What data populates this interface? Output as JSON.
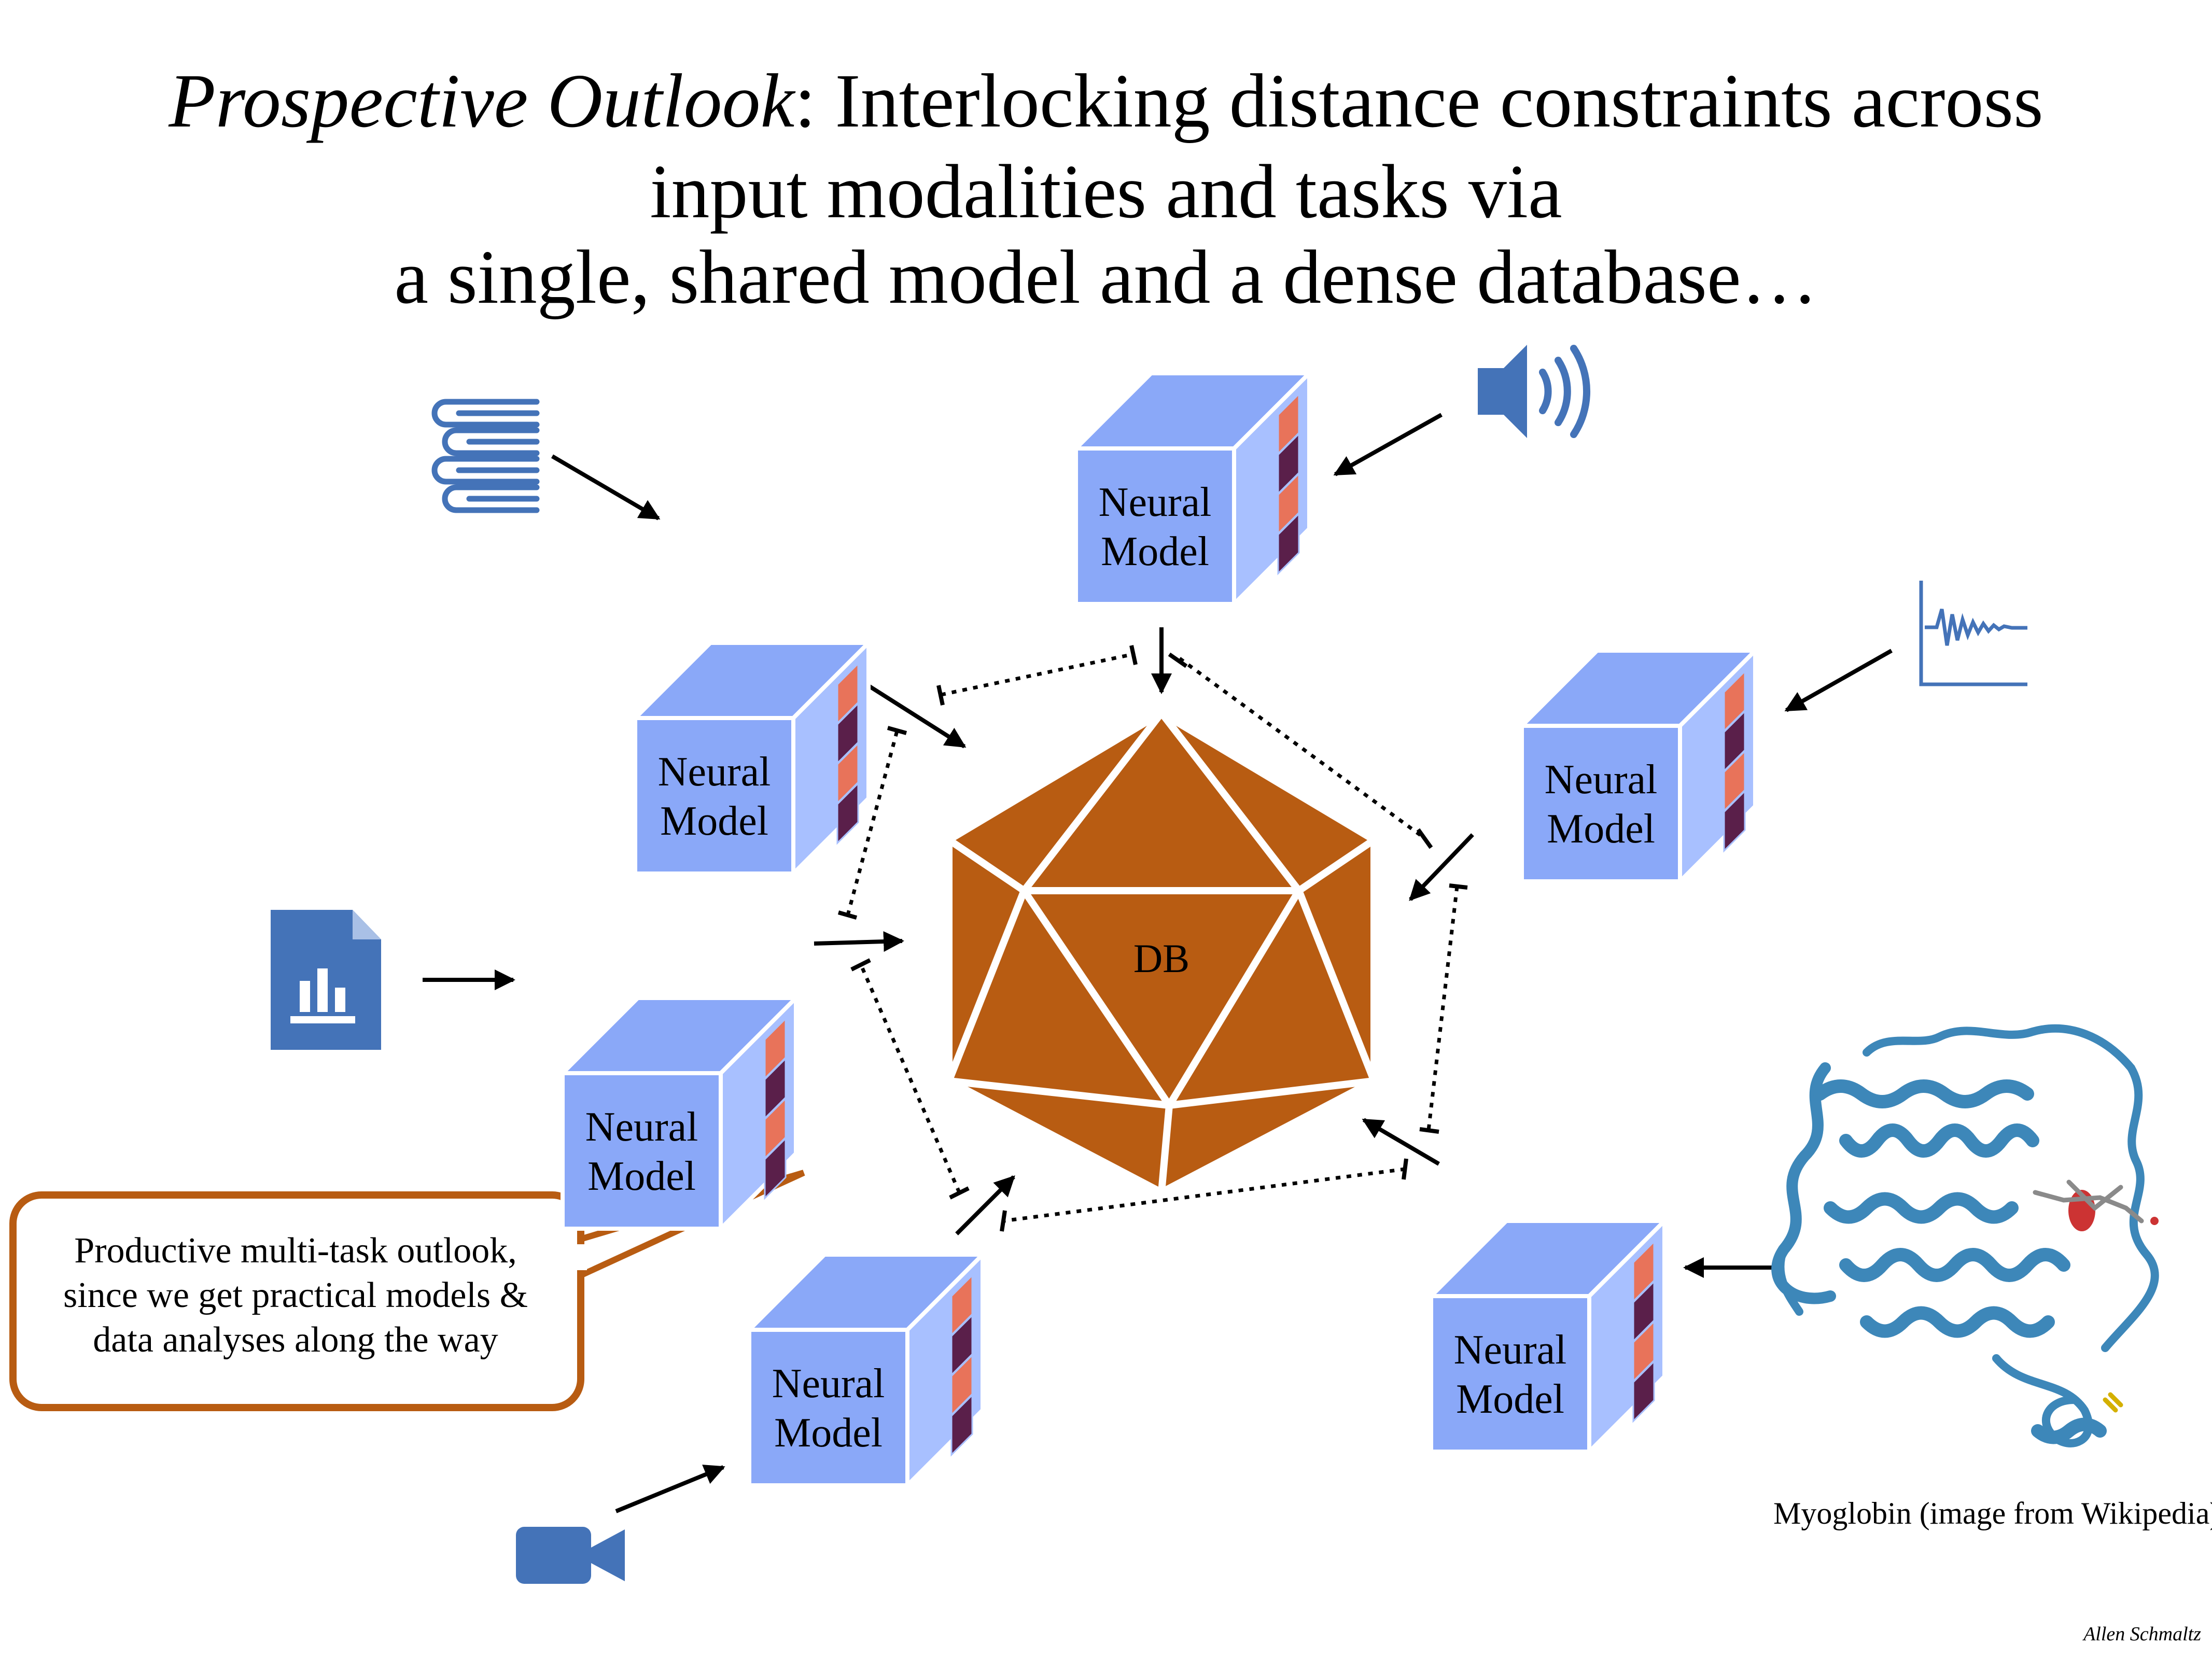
{
  "title": {
    "italic_part": "Prospective Outlook",
    "line1_rest": ": Interlocking distance constraints across",
    "line2": "input modalities and tasks via",
    "line3": "a single, shared model and a dense database…"
  },
  "model_label": {
    "line1": "Neural",
    "line2": "Model"
  },
  "database": {
    "label": "DB"
  },
  "callout": {
    "line1": "Productive multi-task outlook,",
    "line2": "since we get practical models &",
    "line3": "data analyses along the way"
  },
  "caption": "Myoglobin (image from Wikipedia)",
  "author": "Allen Schmaltz",
  "colors": {
    "cube_front": "#8aa8f8",
    "cube_top": "#8aa8f8",
    "cube_side": "#a8c0ff",
    "stripe_orange": "#e8735a",
    "stripe_purple": "#5a1f4a",
    "db_fill": "#b85c12",
    "icon_blue": "#4473b8",
    "callout_border": "#b85c12",
    "protein": "#3d87b9"
  },
  "icons": [
    "books-icon",
    "speaker-icon",
    "waveform-icon",
    "document-chart-icon",
    "video-camera-icon",
    "myoglobin-image"
  ]
}
